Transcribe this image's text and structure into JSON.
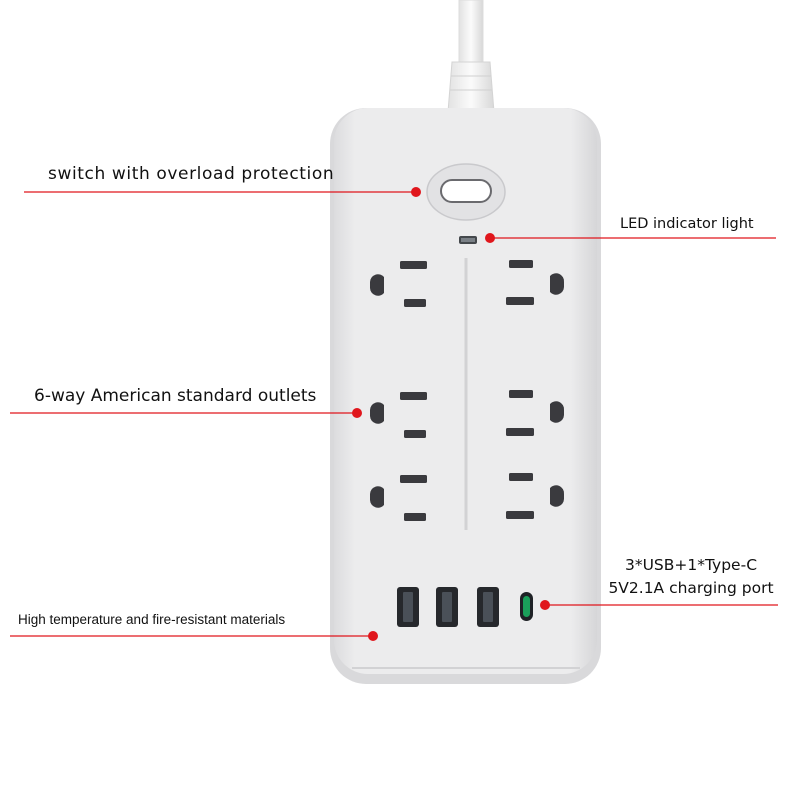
{
  "annotations": {
    "switch": "switch with overload protection",
    "led": "LED indicator light",
    "outlets": "6-way American standard outlets",
    "material": "High temperature and fire-resistant materials",
    "usb_line1": "3*USB+1*Type-C",
    "usb_line2": "5V2.1A charging port"
  },
  "product": {
    "outlet_count": 6,
    "usb_a_count": 3,
    "usb_c_count": 1,
    "body_color": "#ebebec",
    "accent_color": "#e0161c"
  }
}
